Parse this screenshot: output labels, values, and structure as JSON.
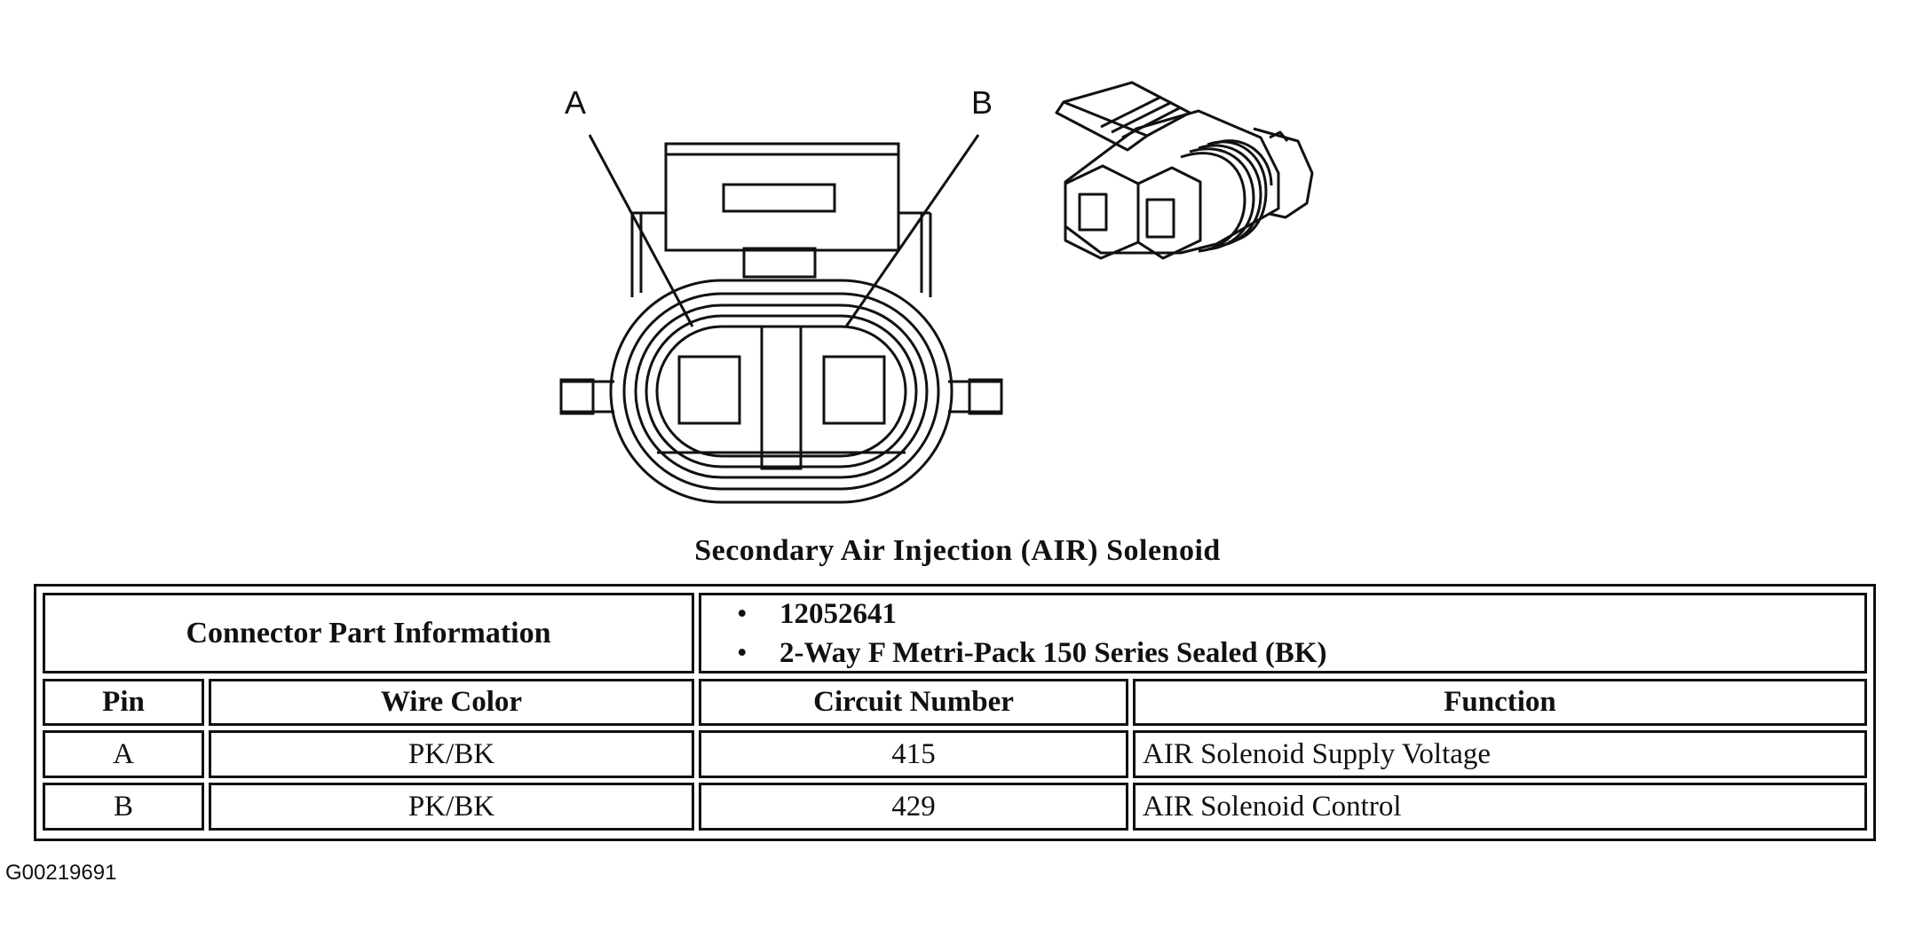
{
  "diagram": {
    "pin_labels": [
      "A",
      "B"
    ],
    "caption": "Secondary Air Injection (AIR) Solenoid",
    "figure_id": "G00219691"
  },
  "table": {
    "part_info_label": "Connector Part Information",
    "part_info_items": [
      "12052641",
      "2-Way F Metri-Pack 150 Series Sealed (BK)"
    ],
    "headers": {
      "pin": "Pin",
      "wire_color": "Wire Color",
      "circuit_number": "Circuit Number",
      "function": "Function"
    },
    "rows": [
      {
        "pin": "A",
        "wire_color": "PK/BK",
        "circuit_number": "415",
        "function": "AIR Solenoid Supply Voltage"
      },
      {
        "pin": "B",
        "wire_color": "PK/BK",
        "circuit_number": "429",
        "function": "AIR Solenoid Control"
      }
    ]
  }
}
